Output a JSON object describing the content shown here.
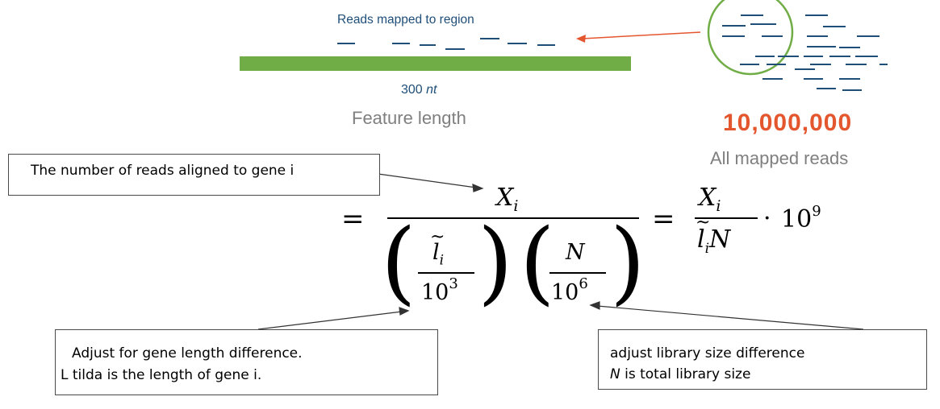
{
  "diagram": {
    "reads_label": "Reads mapped to region",
    "nt_value": "300",
    "nt_unit": "nt",
    "feature_length_label": "Feature length",
    "total_reads": "10,000,000",
    "all_mapped_label": "All mapped reads",
    "colors": {
      "feature_bar": "#70ad47",
      "read_dash": "#1f4e79",
      "arrow": "#e4572e",
      "circle": "#70ad47",
      "total_reads": "#e4572e",
      "caption_gray": "#7f7f7f"
    }
  },
  "callouts": {
    "top": "The number of reads aligned to gene i",
    "left_line1": "Adjust for gene length difference.",
    "left_line2": "L tilda is the length of gene i.",
    "right_line1": "adjust library size difference",
    "right_line2_var": "N",
    "right_line2_rest": " is total library size"
  },
  "formula": {
    "equals": "=",
    "numerator": "X",
    "numerator_sub": "i",
    "l_symbol": "l",
    "l_sub": "i",
    "ten": "10",
    "exp3": "3",
    "exp6": "6",
    "exp9": "9",
    "n_symbol": "N",
    "cdot": "·"
  }
}
